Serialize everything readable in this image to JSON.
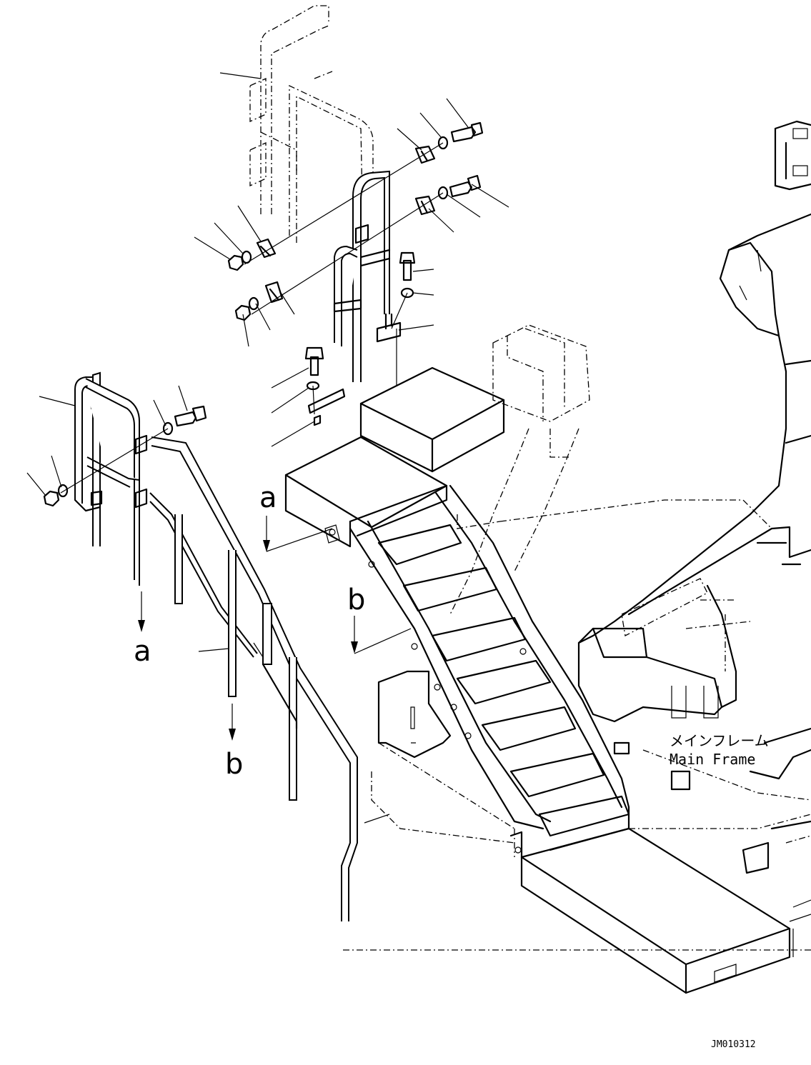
{
  "labels": {
    "frame_jp": "メインフレーム",
    "frame_en": "Main Frame",
    "ref_a": "a",
    "ref_b": "b",
    "drawing_code": "JM010312"
  }
}
